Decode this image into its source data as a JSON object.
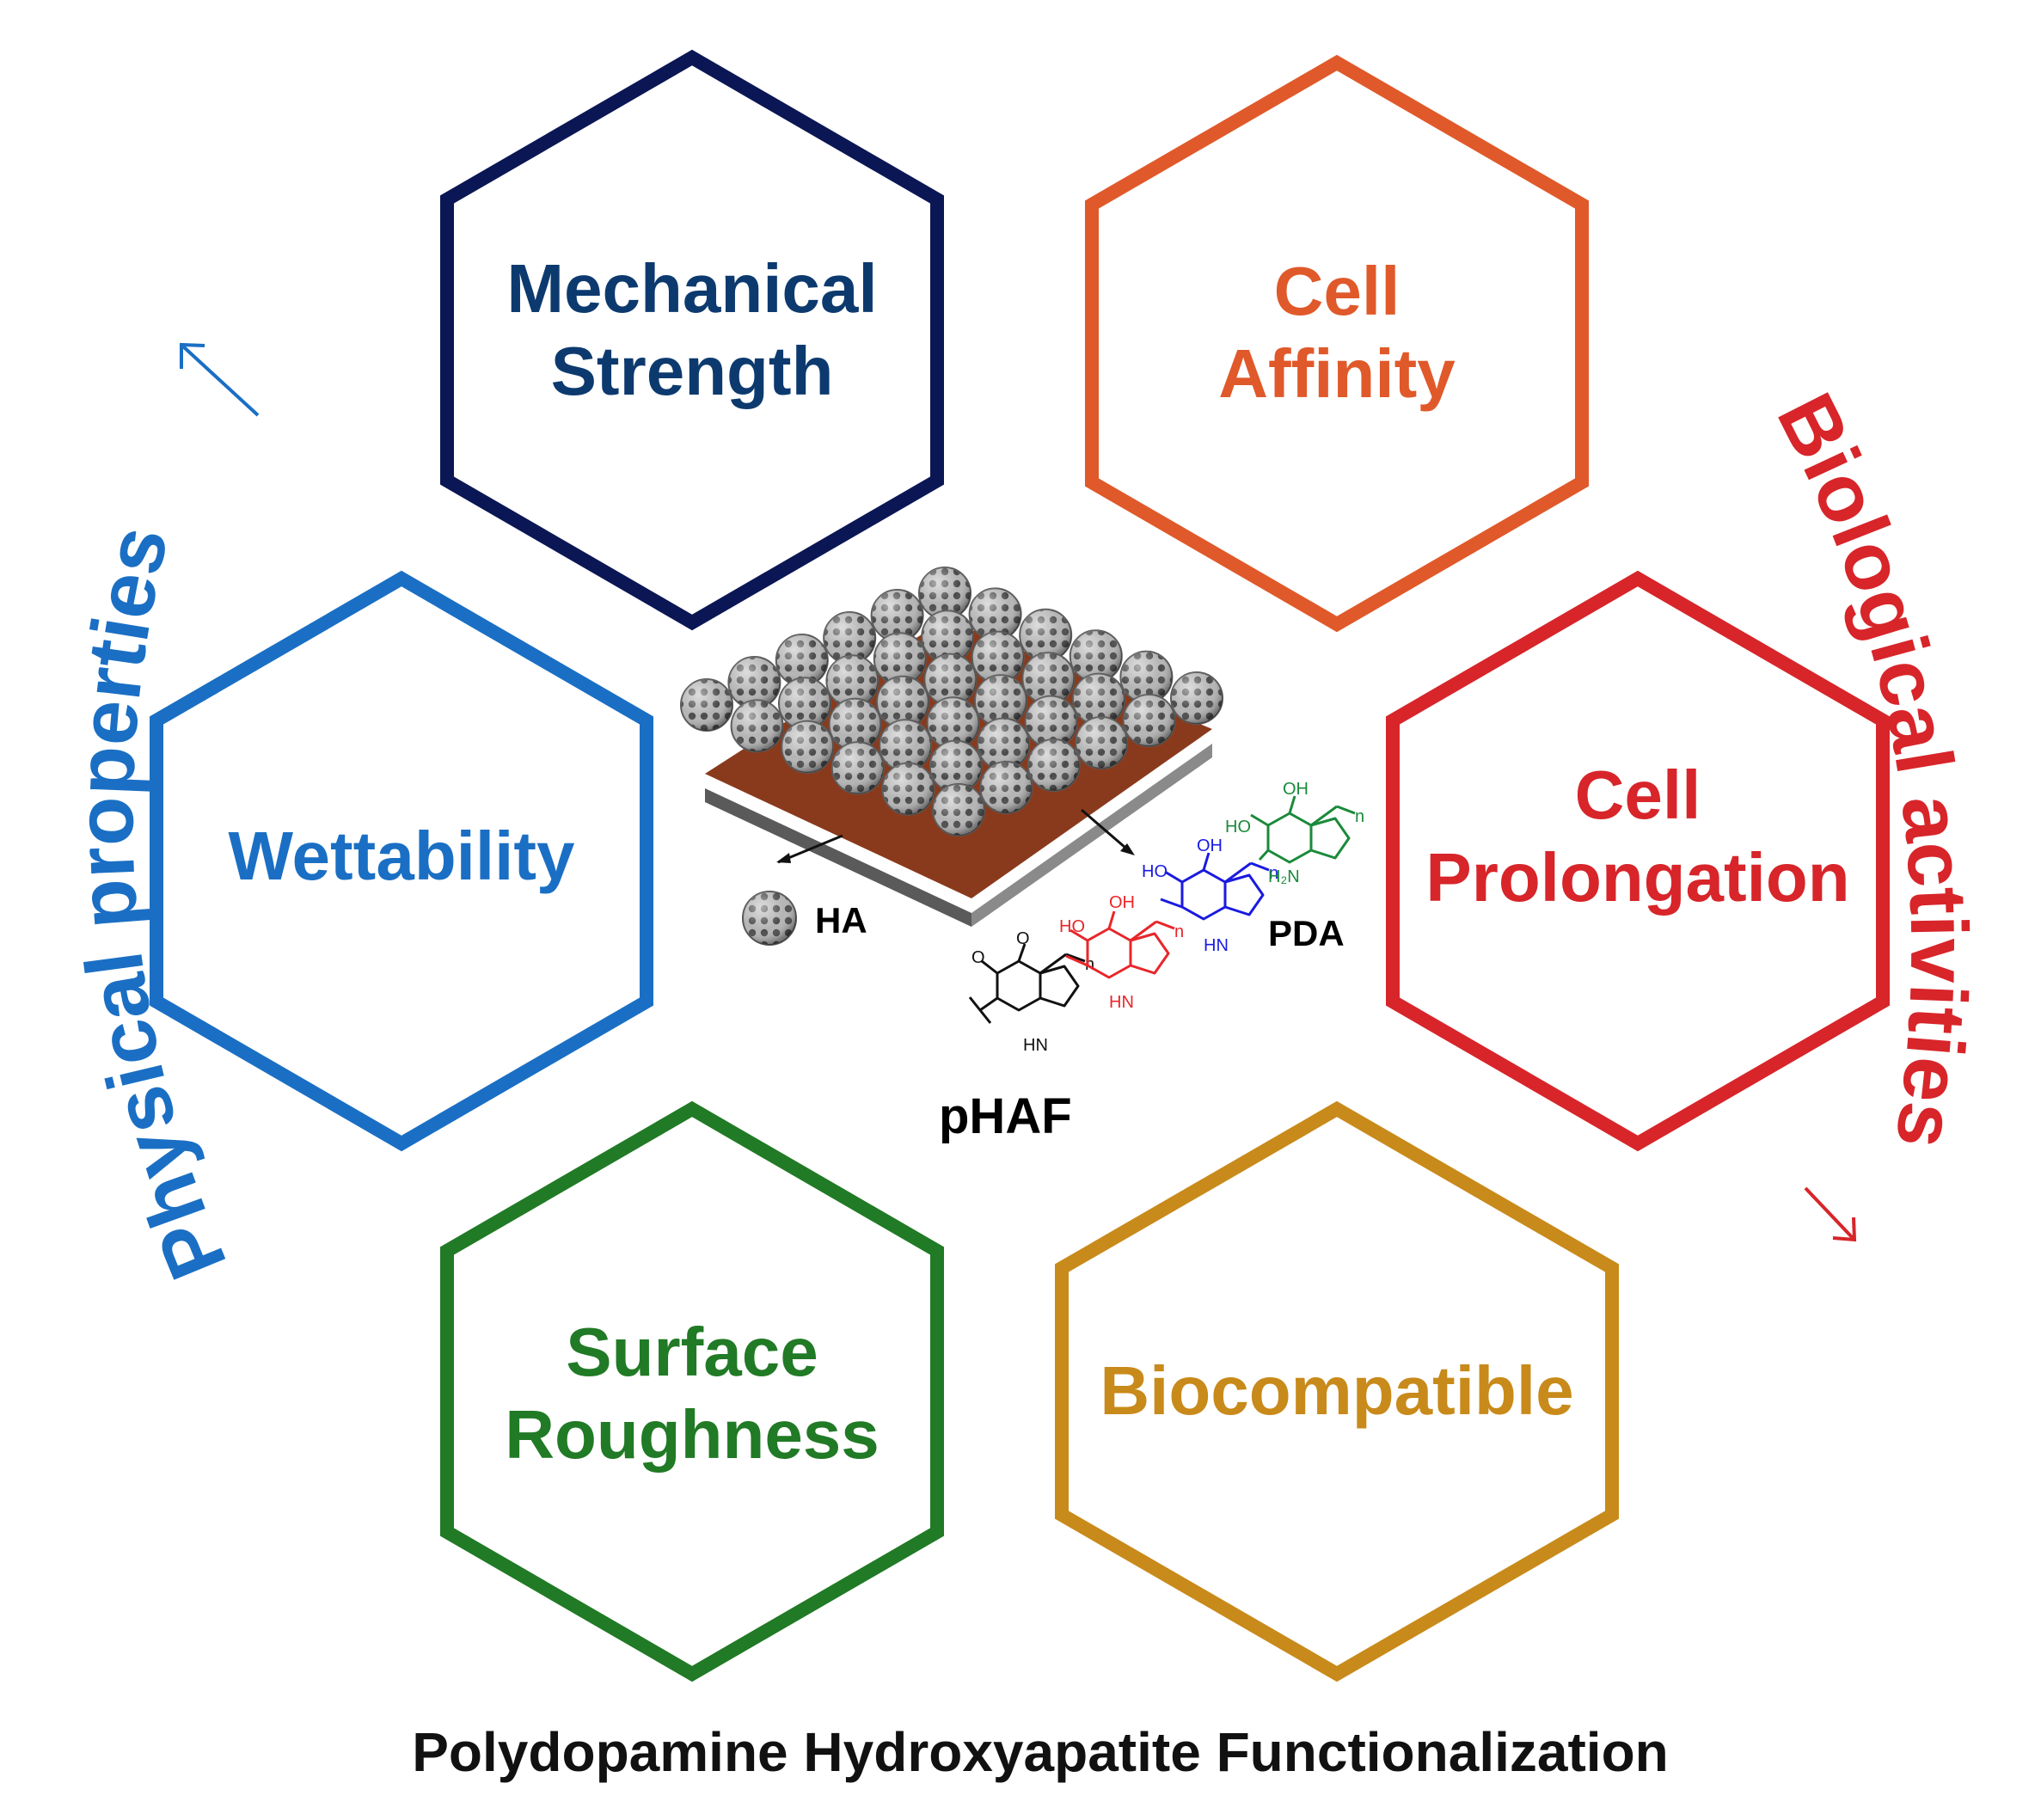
{
  "hexagons": [
    {
      "id": "mechanical",
      "lines": [
        "Mechanical",
        "Strength"
      ],
      "color": "#0b1654",
      "text_color": "#0d3a6e"
    },
    {
      "id": "cell-affinity",
      "lines": [
        "Cell",
        "Affinity"
      ],
      "color": "#e0592a",
      "text_color": "#e0592a"
    },
    {
      "id": "wettability",
      "lines": [
        "Wettability"
      ],
      "color": "#1a6fc4",
      "text_color": "#1a6fc4"
    },
    {
      "id": "cell-prolongation",
      "lines": [
        "Cell",
        "Prolongation"
      ],
      "color": "#d7252a",
      "text_color": "#d7252a"
    },
    {
      "id": "surface-roughness",
      "lines": [
        "Surface",
        "Roughness"
      ],
      "color": "#217a25",
      "text_color": "#217a25"
    },
    {
      "id": "biocompatible",
      "lines": [
        "Biocompatible"
      ],
      "color": "#c88a1a",
      "text_color": "#c88a1a"
    }
  ],
  "arcs": {
    "left": {
      "label": "Physical properties",
      "color": "#1a6fc4"
    },
    "right": {
      "label": "Biological activities",
      "color": "#d7252a"
    }
  },
  "center": {
    "ha_label": "HA",
    "pda_label": "PDA",
    "phaf_label": "pHAF",
    "chem": {
      "oh": "OH",
      "ho": "HO",
      "hn": "HN",
      "h2n": "H₂N",
      "o": "O",
      "n": "n"
    },
    "colors": {
      "black": "#111111",
      "red": "#e8262a",
      "blue": "#1a1ae0",
      "green": "#1a8a3a",
      "substrate": "#8a3a1c",
      "sphere": "#a6a6a6"
    }
  },
  "caption": "Polydopamine Hydroxyapatite Functionalization"
}
